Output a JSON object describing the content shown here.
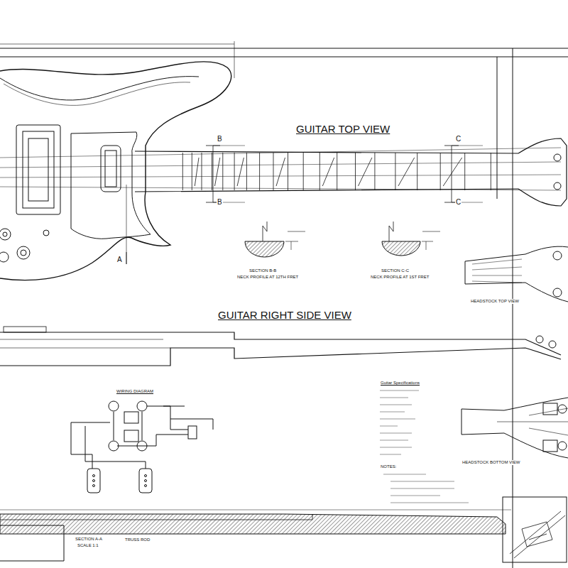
{
  "diagram": {
    "labels": [
      "GUITAR TOP VIEW",
      "B",
      "B",
      "C",
      "C",
      "A",
      "SECTION B-B",
      "NECK PROFILE AT 12TH FRET",
      "SECTION C-C",
      "NECK PROFILE AT 1ST FRET",
      "HEADSTOCK TOP VIEW",
      "GUITAR RIGHT SIDE VIEW",
      "WIRING DIAGRAM",
      "HEADSTOCK BOTTOM VIEW",
      "SECTION A-A",
      "SCALE 1:1",
      "TRUSS ROD",
      "Guitar Specifications",
      "NOTES:"
    ]
  }
}
